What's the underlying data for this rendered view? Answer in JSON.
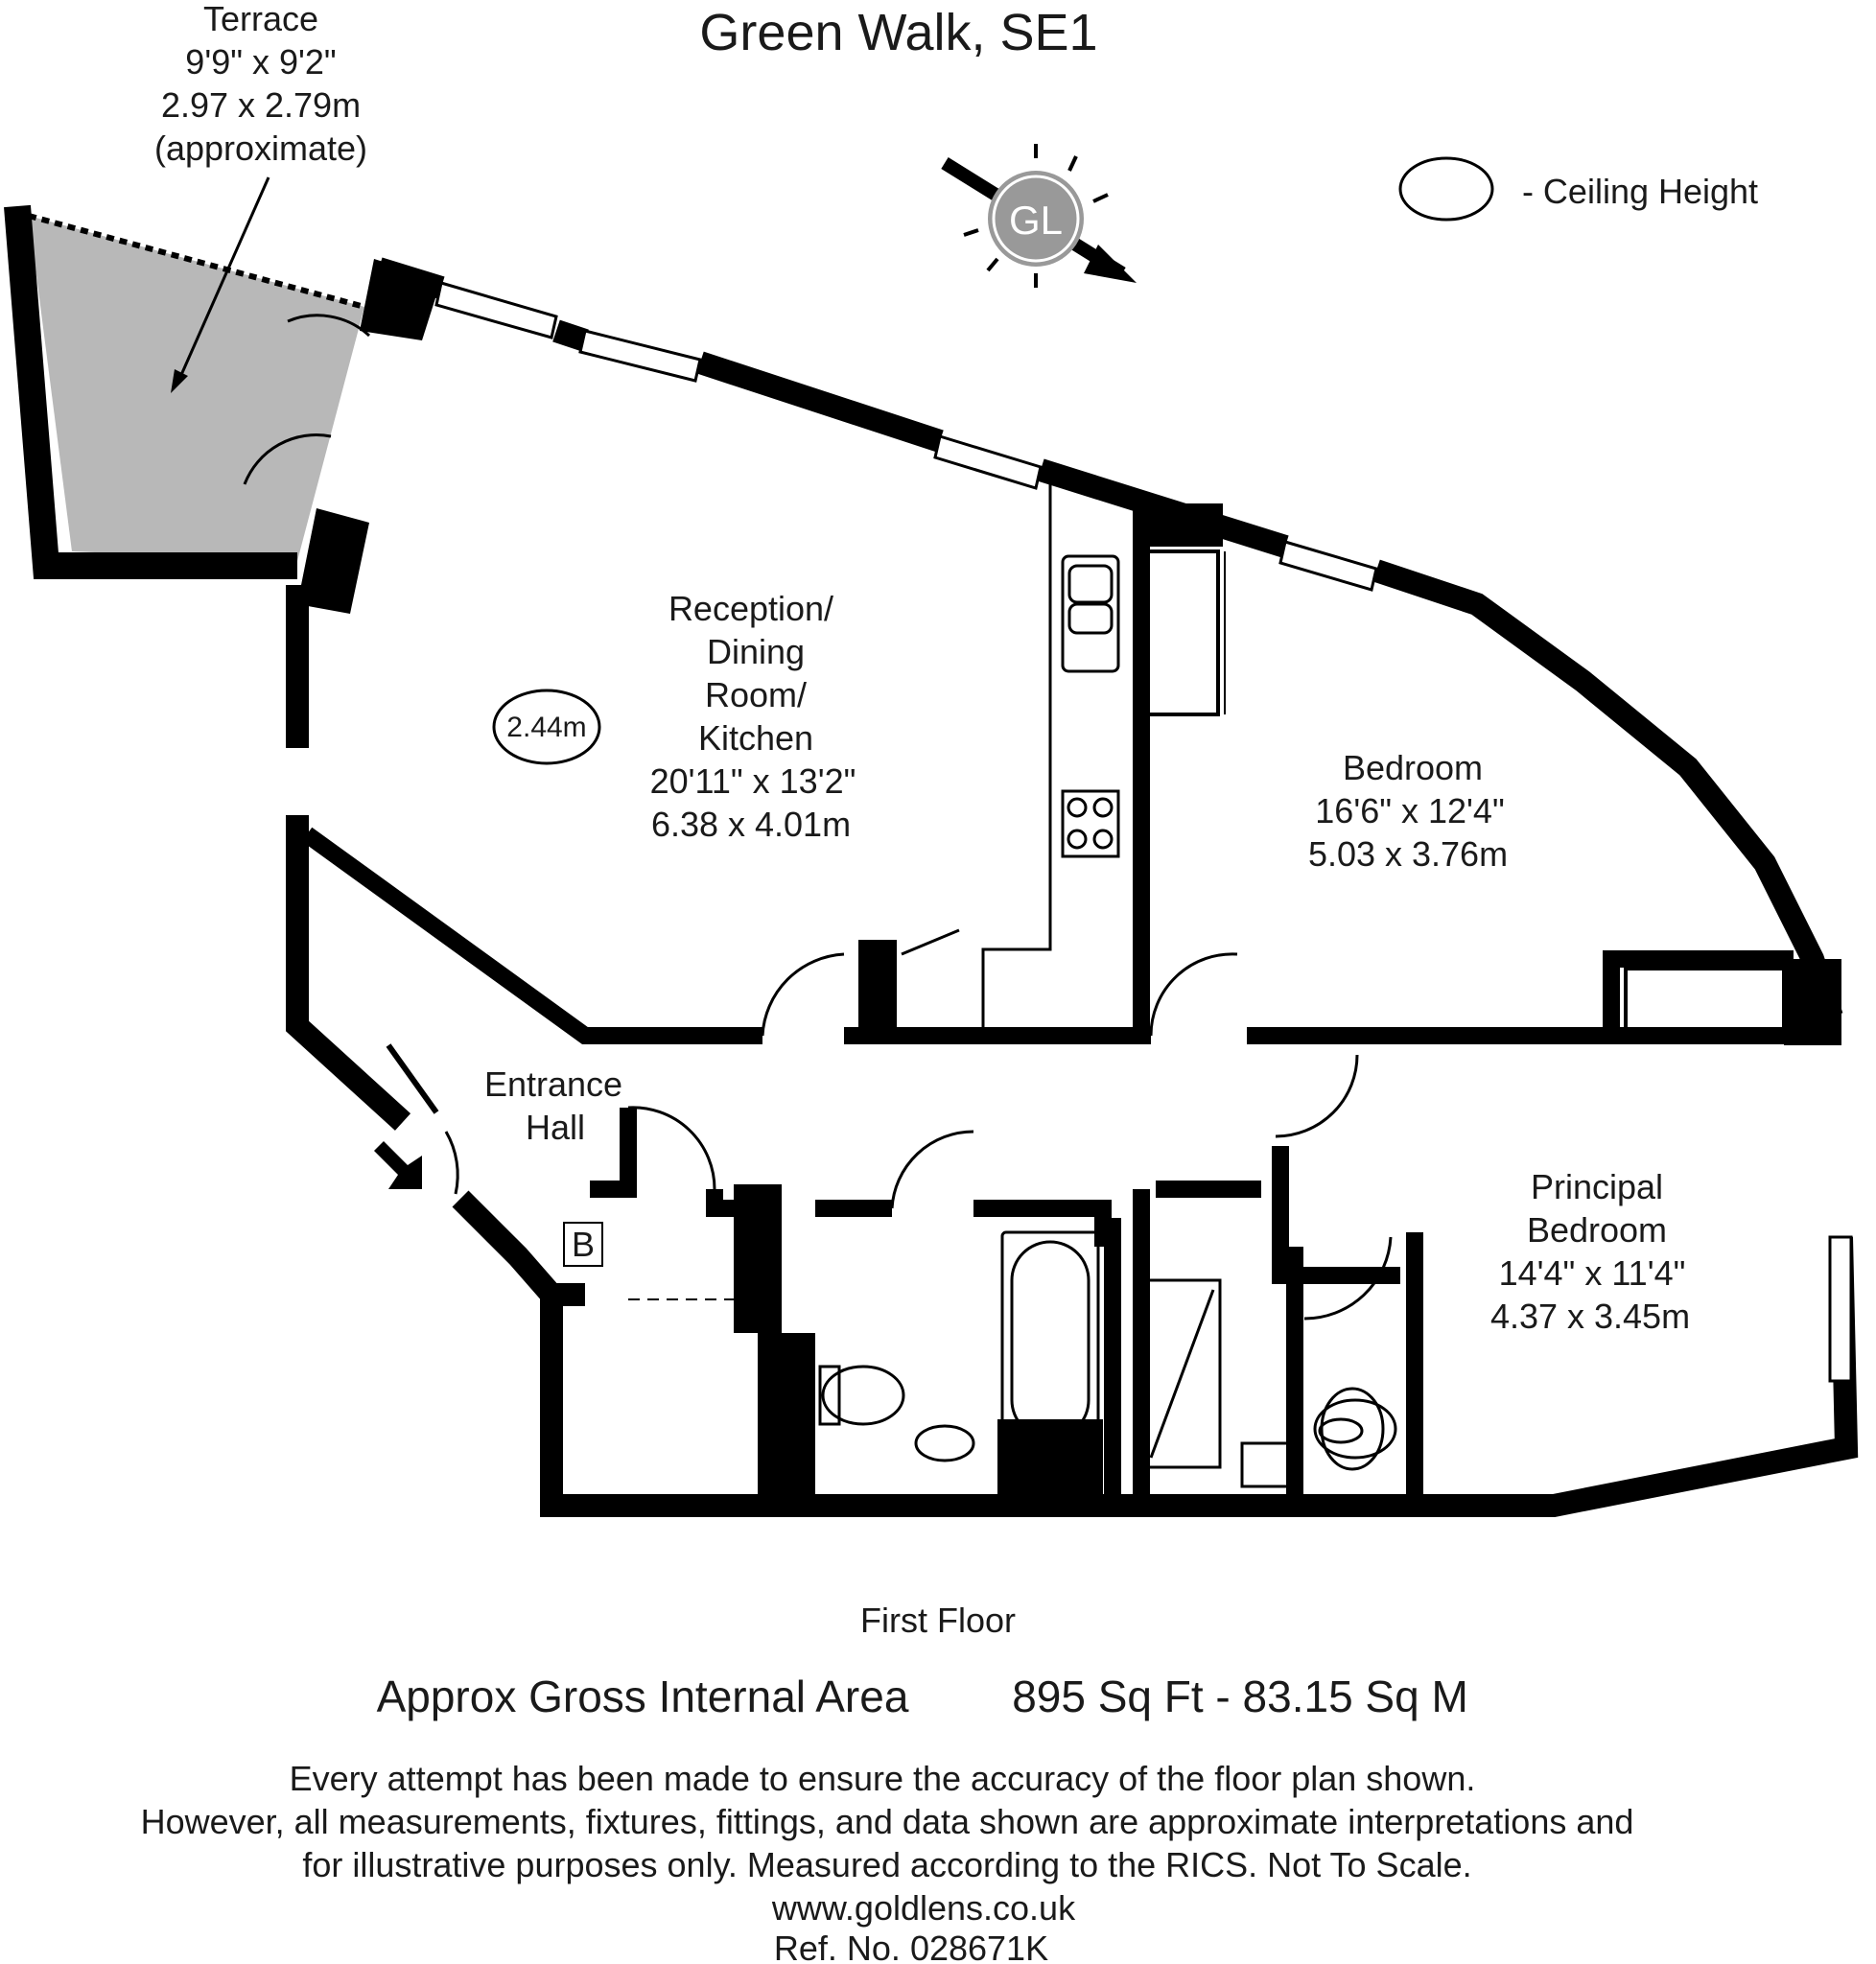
{
  "title": "Green Walk, SE1",
  "legend": {
    "ceiling_label": "- Ceiling Height"
  },
  "logo": {
    "text": "GL"
  },
  "rooms": {
    "terrace": {
      "name": "Terrace",
      "imperial": "9'9\" x 9'2\"",
      "metric": "2.97 x 2.79m",
      "note": "(approximate)"
    },
    "reception": {
      "line1": "Reception/",
      "line2": "Dining",
      "line3": "Room/",
      "line4": "Kitchen",
      "imperial": "20'11\" x 13'2\"",
      "metric": "6.38 x 4.01m"
    },
    "ceiling_height": "2.44m",
    "bedroom": {
      "name": "Bedroom",
      "imperial": "16'6\" x 12'4\"",
      "metric": "5.03 x 3.76m"
    },
    "principal": {
      "line1": "Principal",
      "line2": "Bedroom",
      "imperial": "14'4\" x 11'4\"",
      "metric": "4.37 x 3.45m"
    },
    "entrance": {
      "line1": "Entrance",
      "line2": "Hall"
    },
    "boiler": "B"
  },
  "floor_label": "First Floor",
  "area": {
    "label": "Approx Gross Internal Area",
    "value": "895 Sq Ft  -  83.15 Sq M"
  },
  "disclaimer": {
    "line1": "Every attempt has been made to ensure the accuracy of the floor plan shown.",
    "line2": "However, all measurements, fixtures, fittings, and data shown are approximate interpretations and",
    "line3": "for illustrative purposes only. Measured according to the RICS. Not To Scale.",
    "website": "www.goldlens.co.uk",
    "ref": "Ref. No. 028671K"
  },
  "colors": {
    "wall": "#000000",
    "terrace_fill": "#b8b8b8",
    "logo_fill": "#999999"
  }
}
